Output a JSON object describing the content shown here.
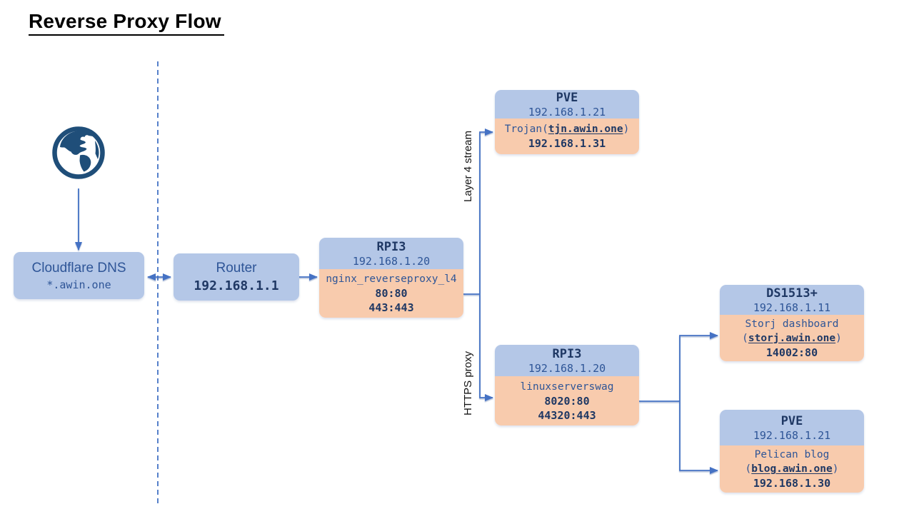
{
  "title": "Reverse Proxy Flow",
  "edge_labels": {
    "layer4": "Layer 4 stream",
    "https": "HTTPS proxy"
  },
  "nodes": {
    "cloudflare": {
      "name": "Cloudflare DNS",
      "domain": "*.awin.one"
    },
    "router": {
      "name": "Router",
      "ip": "192.168.1.1"
    },
    "rpi3_l4": {
      "name": "RPI3",
      "ip": "192.168.1.20",
      "service": "nginx_reverseproxy_l4",
      "ports": [
        "80:80",
        "443:443"
      ]
    },
    "pve_trojan": {
      "name": "PVE",
      "ip": "192.168.1.21",
      "service_prefix": "Trojan(",
      "link": "tjn.awin.one",
      "service_suffix": ")",
      "target_ip": "192.168.1.31"
    },
    "rpi3_https": {
      "name": "RPI3",
      "ip": "192.168.1.20",
      "service": "linuxserverswag",
      "ports": [
        "8020:80",
        "44320:443"
      ]
    },
    "ds1513": {
      "name": "DS1513+",
      "ip": "192.168.1.11",
      "service": "Storj dashboard",
      "link_prefix": "(",
      "link": "storj.awin.one",
      "link_suffix": ")",
      "ports": "14002:80"
    },
    "pve_blog": {
      "name": "PVE",
      "ip": "192.168.1.21",
      "service": "Pelican blog",
      "link_prefix": "(",
      "link": "blog.awin.one",
      "link_suffix": ")",
      "target_ip": "192.168.1.30"
    }
  },
  "icons": {
    "globe": "globe-internet"
  },
  "colors": {
    "node_header": "#B4C7E7",
    "node_body": "#F8CBAD",
    "connector": "#4472C4",
    "text_dark": "#1F3864",
    "text_blue": "#2E5597",
    "globe": "#1F4E79",
    "title_text": "#000000"
  }
}
